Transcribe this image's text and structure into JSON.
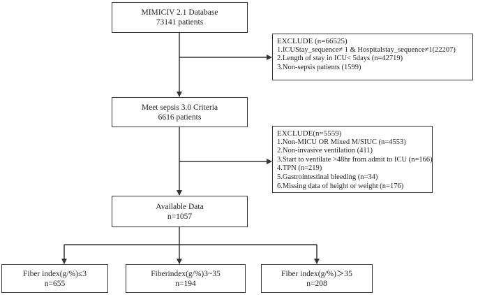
{
  "nodes": {
    "database": {
      "line1": "MIMICIV 2.1 Database",
      "line2": "73141 patients"
    },
    "sepsis": {
      "line1": "Meet sepsis 3.0 Criteria",
      "line2": "6616 patients"
    },
    "available": {
      "line1": "Available Data",
      "line2": "n=1057"
    },
    "group1": {
      "line1": "Fiber index(g/%)≤3",
      "line2": "n=655"
    },
    "group2": {
      "line1": "Fiberindex(g/%)3~35",
      "line2": "n=194"
    },
    "group3": {
      "line1": "Fiber index(g/%)＞35",
      "line2": "n=208"
    }
  },
  "exclusions": {
    "first": {
      "header": "EXCLUDE (n=66525)",
      "items": [
        "1.ICUStay_sequence≠ 1 & Hospitalstay_sequence≠1(22207)",
        "2.Length of stay in ICU< 5days (n=42719)",
        "3.Non-sepsis patients (1599)"
      ]
    },
    "second": {
      "header": "EXCLUDE(n=5559)",
      "items": [
        "1.Non-MICU OR Mixed M/SIUC (n=4553)",
        "2.Non-invasive ventilation (411)",
        "3.Start to ventilate >48hr from admit to ICU (n=166)",
        "4.TPN (n=219)",
        "5.Gastrointestinal bleeding (n=34)",
        "6.Missing data of height or weight (n=176)"
      ]
    }
  }
}
